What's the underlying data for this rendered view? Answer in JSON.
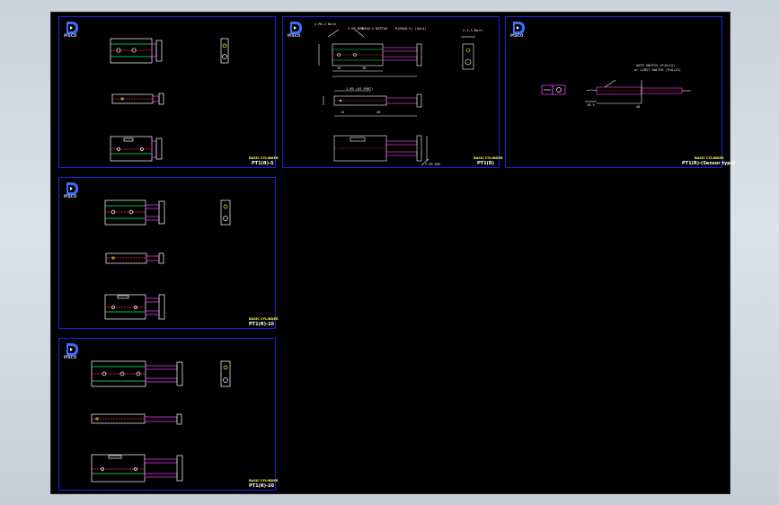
{
  "sheets": [
    {
      "logo_text": "PISCO",
      "title_name": "BASIC CYLINDER",
      "title_code": "PT1(R)-S"
    },
    {
      "logo_text": "PISCO",
      "title_name": "BASIC CYLINDER",
      "title_code": "PT1(R)",
      "dims": {
        "d1": "2-M4.2 Bore",
        "d2": "M4X0.5 DEPTH4",
        "d3": "2-M3 DPH",
        "d4": "R(M3X0.5) (d4=4)",
        "d5": "2-4.5 Bore",
        "d6": "1-M3 (d3 PORT)",
        "d7": "2-M3 DPH",
        "d8": "10",
        "d9": "18",
        "d10": "28",
        "d11": "12"
      }
    },
    {
      "logo_text": "PISCO",
      "title_name": "BASIC CYLINDER",
      "title_code": "PT1(R)-(Sensor type)",
      "dims": {
        "s1": "AUTO SWITCH (P=D+12)",
        "s2": "or LIMIT SWITCH (P=D+15)",
        "s3": "16.5",
        "s4": "26"
      }
    },
    {
      "logo_text": "PISCO",
      "title_name": "BASIC CYLINDER",
      "title_code": "PT1(R)-10"
    },
    {
      "logo_text": "PISCO",
      "title_name": "BASIC CYLINDER",
      "title_code": "PT1(R)-20"
    }
  ]
}
